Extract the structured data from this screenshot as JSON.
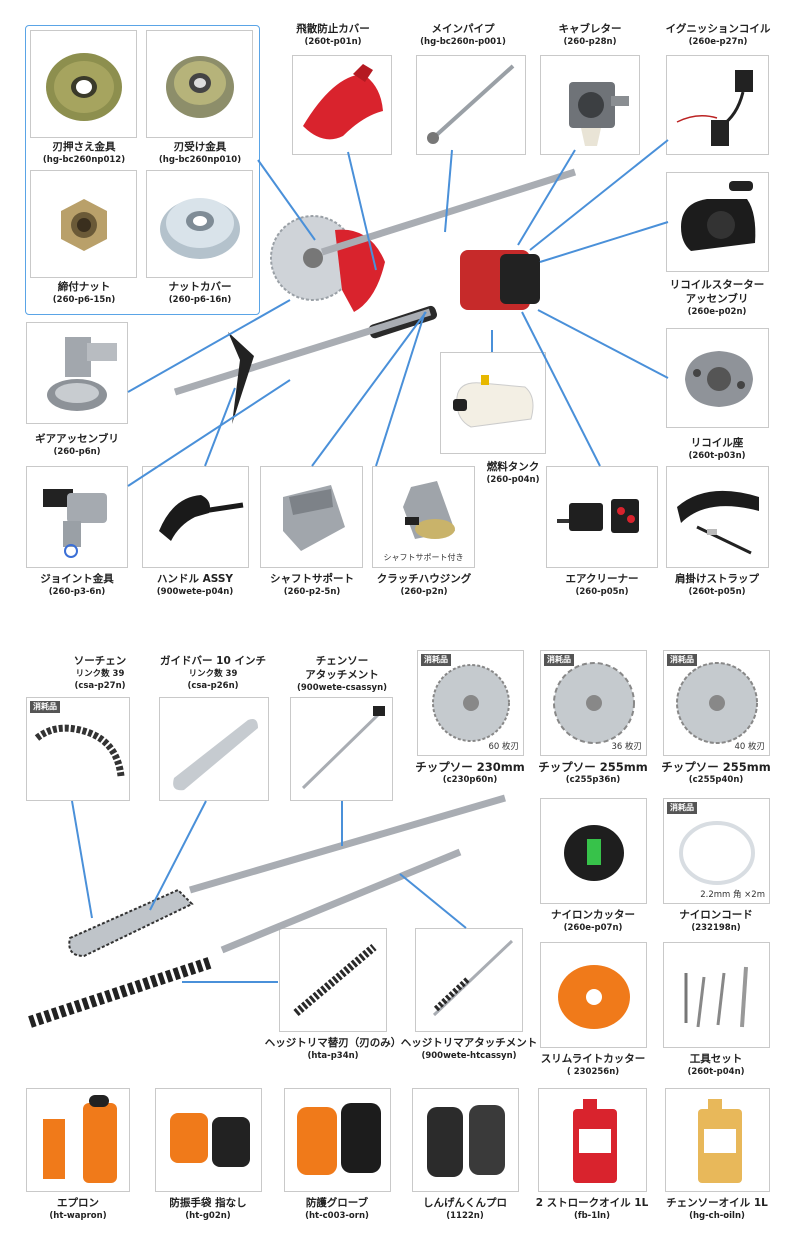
{
  "top_parts": [
    {
      "id": "blade_press",
      "name": "刃押さえ金具",
      "code": "(hg-bc260np012)"
    },
    {
      "id": "blade_recv",
      "name": "刃受け金具",
      "code": "(hg-bc260np010)"
    },
    {
      "id": "nut",
      "name": "締付ナット",
      "code": "(260-p6-15n)"
    },
    {
      "id": "nut_cover",
      "name": "ナットカバー",
      "code": "(260-p6-16n)"
    },
    {
      "id": "splash_guard",
      "name": "飛散防止カバー",
      "code": "(260t-p01n)"
    },
    {
      "id": "main_pipe",
      "name": "メインパイプ",
      "code": "(hg-bc260n-p001)"
    },
    {
      "id": "carb",
      "name": "キャブレター",
      "code": "(260-p28n)"
    },
    {
      "id": "ignition",
      "name": "イグニッションコイル",
      "code": "(260e-p27n)"
    },
    {
      "id": "recoil",
      "name": "リコイルスターター",
      "name2": "アッセンブリ",
      "code": "(260e-p02n)"
    },
    {
      "id": "gear",
      "name": "ギアアッセンブリ",
      "code": "(260-p6n)"
    },
    {
      "id": "recoil_seat",
      "name": "リコイル座",
      "code": "(260t-p03n)"
    },
    {
      "id": "fuel_tank",
      "name": "燃料タンク",
      "code": "(260-p04n)"
    },
    {
      "id": "joint",
      "name": "ジョイント金具",
      "code": "(260-p3-6n)"
    },
    {
      "id": "handle",
      "name": "ハンドル ASSY",
      "code": "(900wete-p04n)"
    },
    {
      "id": "shaft_support",
      "name": "シャフトサポート",
      "code": "(260-p2-5n)"
    },
    {
      "id": "clutch",
      "name": "クラッチハウジング",
      "code": "(260-p2n)",
      "note": "シャフトサポート付き"
    },
    {
      "id": "air_cleaner",
      "name": "エアクリーナー",
      "code": "(260-p05n)"
    },
    {
      "id": "strap",
      "name": "肩掛けストラップ",
      "code": "(260t-p05n)"
    }
  ],
  "bottom_parts": [
    {
      "id": "saw_chain",
      "name": "ソーチェン",
      "name2": "リンク数 39",
      "code": "(csa-p27n)",
      "badge": "消耗品"
    },
    {
      "id": "guide_bar",
      "name": "ガイドバー 10 インチ",
      "name2": "リンク数 39",
      "code": "(csa-p26n)"
    },
    {
      "id": "chainsaw_att",
      "name": "チェンソー",
      "name2": "アタッチメント",
      "code": "(900wete-csassyn)"
    },
    {
      "id": "tip230",
      "name": "チップソー 230mm",
      "code": "(c230p60n)",
      "badge": "消耗品",
      "count": "60 枚刃"
    },
    {
      "id": "tip255a",
      "name": "チップソー 255mm",
      "code": "(c255p36n)",
      "badge": "消耗品",
      "count": "36 枚刃"
    },
    {
      "id": "tip255b",
      "name": "チップソー 255mm",
      "code": "(c255p40n)",
      "badge": "消耗品",
      "count": "40 枚刃"
    },
    {
      "id": "nylon_cutter",
      "name": "ナイロンカッター",
      "code": "(260e-p07n)"
    },
    {
      "id": "nylon_cord",
      "name": "ナイロンコード",
      "code": "(232198n)",
      "badge": "消耗品",
      "count": "2.2mm 角 ×2m"
    },
    {
      "id": "slim_cutter",
      "name": "スリムライトカッター",
      "code": "( 230256n)"
    },
    {
      "id": "tool_set",
      "name": "工具セット",
      "code": "(260t-p04n)"
    },
    {
      "id": "hedge_blade",
      "name": "ヘッジトリマ替刃（刃のみ）",
      "code": "(hta-p34n)"
    },
    {
      "id": "hedge_att",
      "name": "ヘッジトリマアタッチメント",
      "code": "(900wete-htcassyn)"
    },
    {
      "id": "apron",
      "name": "エプロン",
      "code": "(ht-wapron)"
    },
    {
      "id": "gloves_fl",
      "name": "防振手袋 指なし",
      "code": "(ht-g02n)"
    },
    {
      "id": "gloves",
      "name": "防護グローブ",
      "code": "(ht-c003-orn)"
    },
    {
      "id": "shinken",
      "name": "しんげんくんプロ",
      "code": "(1122n)"
    },
    {
      "id": "oil2",
      "name": "2 ストロークオイル 1L",
      "code": "(fb-1ln)"
    },
    {
      "id": "chain_oil",
      "name": "チェンソーオイル 1L",
      "code": "(hg-ch-oiln)"
    }
  ],
  "colors": {
    "arrow": "#4a90d9",
    "orange": "#f07a1a",
    "red": "#d9232d",
    "metal": "#a9adb3"
  }
}
